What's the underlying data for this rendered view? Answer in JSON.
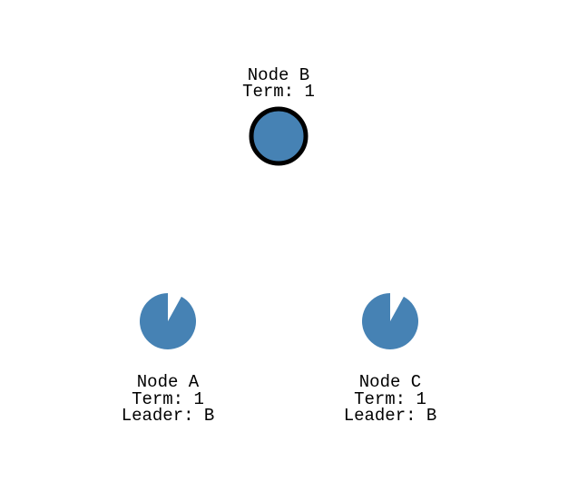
{
  "colors": {
    "node_fill": "#4682b4",
    "leader_ring": "#000000",
    "background": "#ffffff"
  },
  "nodes": [
    {
      "id": "B",
      "name": "Node B",
      "term": "Term: 1",
      "leader": null,
      "is_leader": true,
      "timer_remaining": 1.0
    },
    {
      "id": "A",
      "name": "Node A",
      "term": "Term: 1",
      "leader": "Leader: B",
      "is_leader": false,
      "timer_remaining": 0.92
    },
    {
      "id": "C",
      "name": "Node C",
      "term": "Term: 1",
      "leader": "Leader: B",
      "is_leader": false,
      "timer_remaining": 0.92
    }
  ]
}
